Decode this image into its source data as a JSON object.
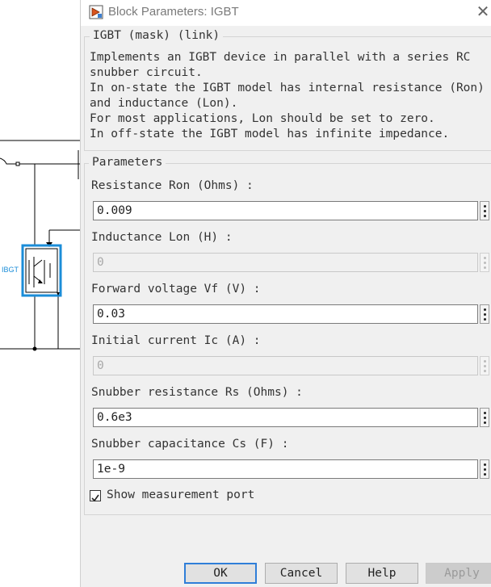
{
  "canvas": {
    "block_label": "IBGT"
  },
  "dialog": {
    "title": "Block Parameters: IGBT",
    "close_glyph": "✕",
    "mask_group": {
      "legend": "IGBT (mask) (link)",
      "description_lines": [
        "Implements an IGBT device  in parallel with a series RC",
        "snubber circuit.",
        "In on-state the IGBT model has internal resistance (Ron)",
        "and inductance (Lon).",
        "For most applications, Lon should be set to zero.",
        "In off-state the IGBT model has infinite impedance."
      ]
    },
    "parameters_group": {
      "legend": "Parameters",
      "params": [
        {
          "label": "Resistance Ron (Ohms) :",
          "value": "0.009",
          "enabled": true
        },
        {
          "label": "Inductance Lon (H) :",
          "value": "0",
          "enabled": false
        },
        {
          "label": "Forward voltage Vf (V) :",
          "value": "0.03",
          "enabled": true
        },
        {
          "label": "Initial current Ic (A) :",
          "value": "0",
          "enabled": false
        },
        {
          "label": "Snubber resistance Rs (Ohms) :",
          "value": "0.6e3",
          "enabled": true
        },
        {
          "label": "Snubber capacitance Cs (F) :",
          "value": "1e-9",
          "enabled": true
        }
      ],
      "measurement": {
        "label": "Show measurement port",
        "checked": true
      }
    },
    "buttons": {
      "ok": "OK",
      "cancel": "Cancel",
      "help": "Help",
      "apply": "Apply"
    }
  },
  "colors": {
    "accent": "#2f7ed8",
    "block_highlight": "#1b8dd8"
  }
}
